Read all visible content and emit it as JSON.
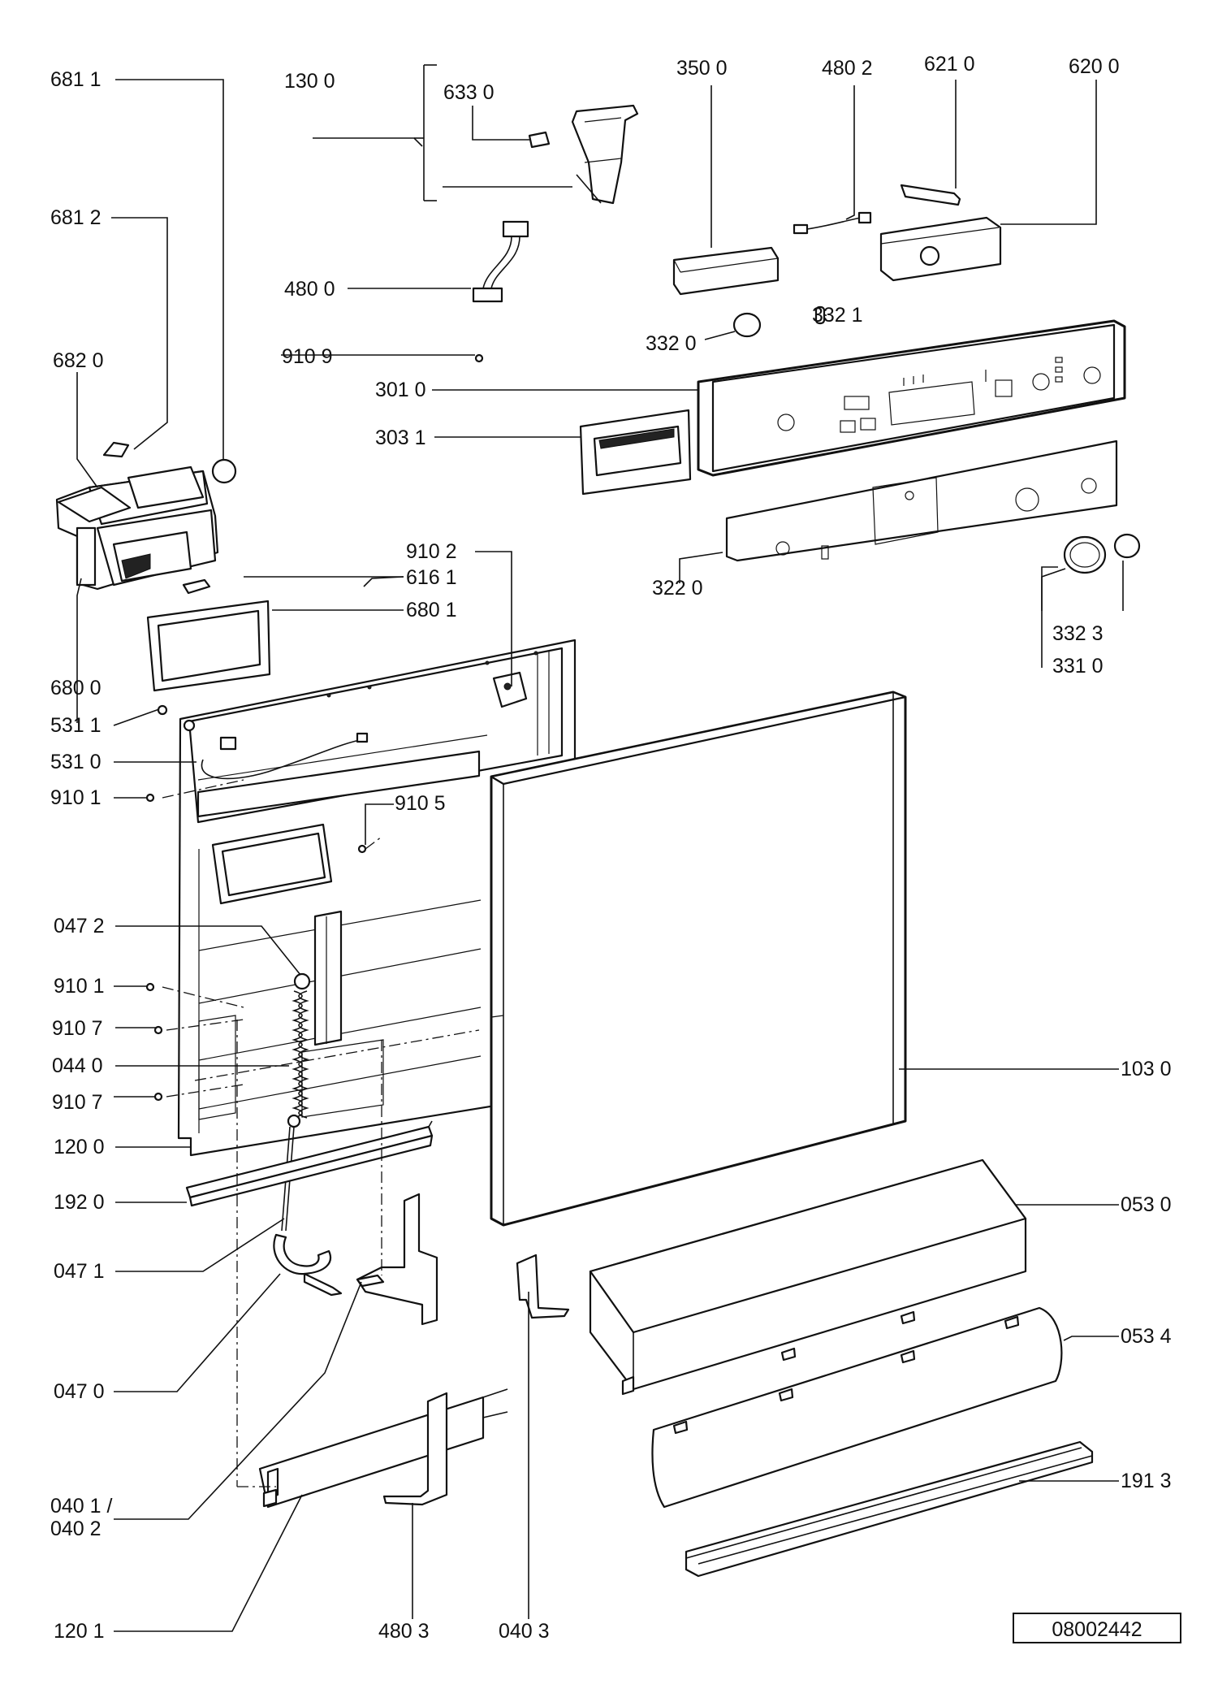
{
  "diagram": {
    "labels": {
      "l6811": "681 1",
      "l1300": "130 0",
      "l6330": "633 0",
      "l3500": "350 0",
      "l4802": "480 2",
      "l6210": "621 0",
      "l6200": "620 0",
      "l6812": "681 2",
      "l4800": "480 0",
      "l3321": "332 1",
      "l3320": "332 0",
      "l6820": "682 0",
      "l9109": "910 9",
      "l3010": "301 0",
      "l3031": "303 1",
      "l9102": "910 2",
      "l6161": "616 1",
      "l6801": "680 1",
      "l3220": "322 0",
      "l3323": "332 3",
      "l3310": "331 0",
      "l6800": "680 0",
      "l5311": "531 1",
      "l5310": "531 0",
      "l9101a": "910 1",
      "l9105": "910 5",
      "l0472": "047 2",
      "l9101b": "910 1",
      "l9107a": "910 7",
      "l0440": "044 0",
      "l1030": "103 0",
      "l9107b": "910 7",
      "l1200": "120 0",
      "l1920": "192 0",
      "l0530": "053 0",
      "l0471": "047 1",
      "l0534": "053 4",
      "l0470": "047 0",
      "l1913": "191 3",
      "l0401": "040 1 /",
      "l0402": "040 2",
      "l1201": "120 1",
      "l4803": "480 3",
      "l0403": "040 3"
    },
    "doc_number": "08002442"
  }
}
